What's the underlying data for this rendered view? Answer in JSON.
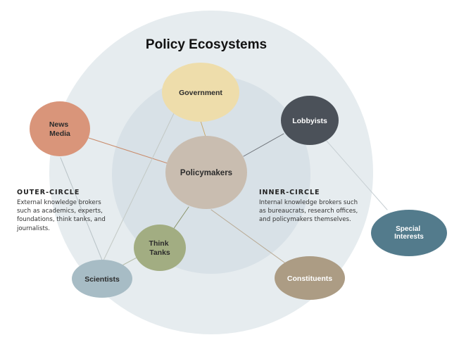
{
  "title": "Policy Ecosystems",
  "colors": {
    "outer_circle": "#e6ecef",
    "inner_circle": "#d8e1e7",
    "policymakers": "#c9bdb0",
    "government": "#eeddab",
    "news_media": "#d9957a",
    "lobbyists": "#4b5159",
    "special_interests": "#537b8c",
    "think_tanks": "#a2ad82",
    "scientists": "#a7bcc5",
    "constituents": "#ac9c84"
  },
  "nodes": {
    "policymakers": {
      "lines": [
        "Policymakers"
      ]
    },
    "government": {
      "lines": [
        "Government"
      ]
    },
    "news_media": {
      "lines": [
        "News",
        "Media"
      ]
    },
    "lobbyists": {
      "lines": [
        "Lobbyists"
      ]
    },
    "special_interests": {
      "lines": [
        "Special",
        "Interests"
      ]
    },
    "think_tanks": {
      "lines": [
        "Think",
        "Tanks"
      ]
    },
    "scientists": {
      "lines": [
        "Scientists"
      ]
    },
    "constituents": {
      "lines": [
        "Constituents"
      ]
    }
  },
  "outer_circle": {
    "heading": "OUTER-CIRCLE",
    "lines": [
      "External knowledge brokers",
      "such as academics, experts,",
      "foundations, think tanks, and",
      "journalists."
    ]
  },
  "inner_circle": {
    "heading": "INNER-CIRCLE",
    "lines": [
      "Internal knowledge brokers such",
      "as bureaucrats, research offices,",
      "and policymakers themselves."
    ]
  }
}
